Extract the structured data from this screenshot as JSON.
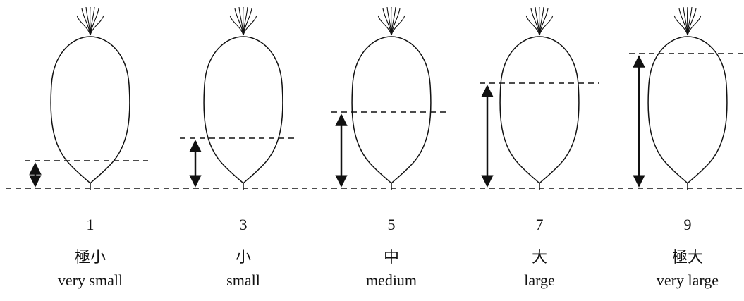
{
  "items": [
    {
      "score": "1",
      "label_ja": "極小",
      "label_en": "very small"
    },
    {
      "score": "3",
      "label_ja": "小",
      "label_en": "small"
    },
    {
      "score": "5",
      "label_ja": "中",
      "label_en": "medium"
    },
    {
      "score": "7",
      "label_ja": "大",
      "label_en": "large"
    },
    {
      "score": "9",
      "label_ja": "極大",
      "label_en": "very large"
    }
  ],
  "colors": {
    "stroke": "#111111",
    "background": "#ffffff"
  }
}
